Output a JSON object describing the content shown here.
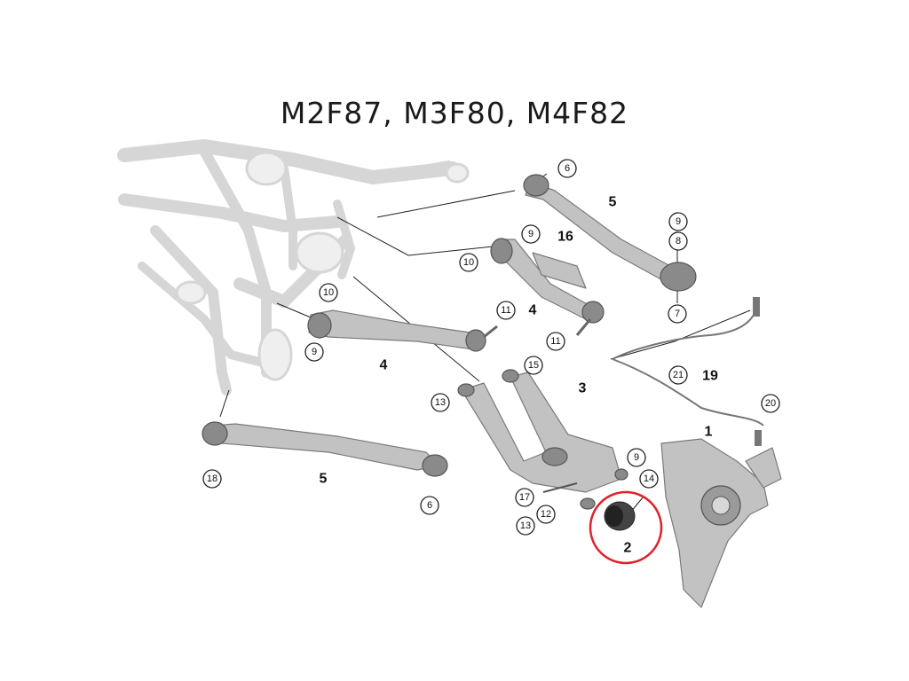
{
  "title": "M2F87, M3F80, M4F82",
  "callouts": {
    "c6_top": "6",
    "c9_upper": "9",
    "c8": "8",
    "c7": "7",
    "c9_mid": "9",
    "c10_mid": "10",
    "c16": "16",
    "c11_mid": "11",
    "c10_left": "10",
    "c9_left": "9",
    "c11_left": "11",
    "c21": "21",
    "c15": "15",
    "c13_top": "13",
    "c20": "20",
    "c9_low": "9",
    "c14": "14",
    "c17": "17",
    "c12": "12",
    "c13_low": "13",
    "c18": "18",
    "c6_low": "6"
  },
  "labels": {
    "n5_top": "5",
    "n4_mid": "4",
    "n4_left": "4",
    "n3": "3",
    "n19": "19",
    "n1": "1",
    "n5_low": "5",
    "n2": "2"
  },
  "highlight_color": "#e0202a"
}
